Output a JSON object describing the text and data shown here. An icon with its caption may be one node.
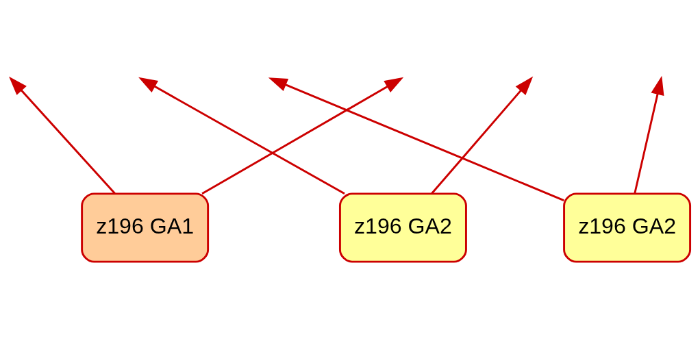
{
  "diagram": {
    "nodes": [
      {
        "text": [
          "z196 GA1"
        ]
      },
      {
        "text": [
          "z196 GA2"
        ]
      },
      {
        "text": [
          "z196 GA2"
        ]
      }
    ],
    "edges": [
      {
        "from": 0,
        "to": null,
        "arrow": "to"
      },
      {
        "from": 1,
        "to": null,
        "arrow": "to"
      },
      {
        "from": 2,
        "to": null,
        "arrow": "to"
      },
      {
        "from": 0,
        "to": null,
        "arrow": "to"
      },
      {
        "from": 1,
        "to": null,
        "arrow": "to"
      },
      {
        "from": 2,
        "to": null,
        "arrow": "to"
      }
    ]
  }
}
